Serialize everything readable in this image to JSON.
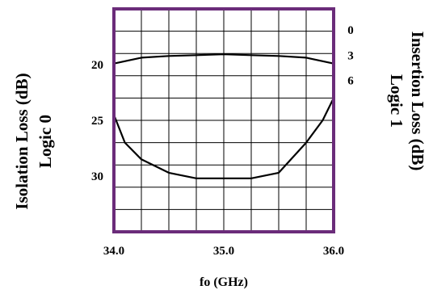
{
  "chart_data": {
    "type": "line",
    "x_axis": {
      "label": "fo (GHz)",
      "range": [
        34.0,
        36.0
      ],
      "ticks": [
        "34.0",
        "35.0",
        "36.0"
      ]
    },
    "left_axis": {
      "label_line1": "Isolation Loss (dB)",
      "label_line2": "Logic 0",
      "ticks": [
        "20",
        "25",
        "30"
      ],
      "range_bottom_to_top": [
        35,
        15
      ]
    },
    "right_axis": {
      "label_line1": "Insertion Loss (dB)",
      "label_line2": "Logic 1",
      "ticks": [
        "0",
        "3",
        "6"
      ],
      "range_bottom_to_top": [
        24,
        -2.5
      ]
    },
    "grid": true,
    "frame_color": "#6b2c7a",
    "series": [
      {
        "axis": "right",
        "x": [
          34.0,
          34.25,
          34.5,
          34.75,
          35.0,
          35.25,
          35.5,
          35.75,
          36.0
        ],
        "y": [
          4.0,
          3.3,
          3.1,
          3.0,
          2.9,
          3.0,
          3.1,
          3.3,
          4.0
        ]
      },
      {
        "axis": "left",
        "x": [
          34.0,
          34.1,
          34.25,
          34.5,
          34.75,
          35.0,
          35.25,
          35.5,
          35.75,
          35.9,
          36.0
        ],
        "y": [
          24.5,
          27.0,
          28.5,
          29.7,
          30.2,
          30.2,
          30.2,
          29.7,
          27.0,
          25.0,
          23.0
        ]
      }
    ]
  }
}
